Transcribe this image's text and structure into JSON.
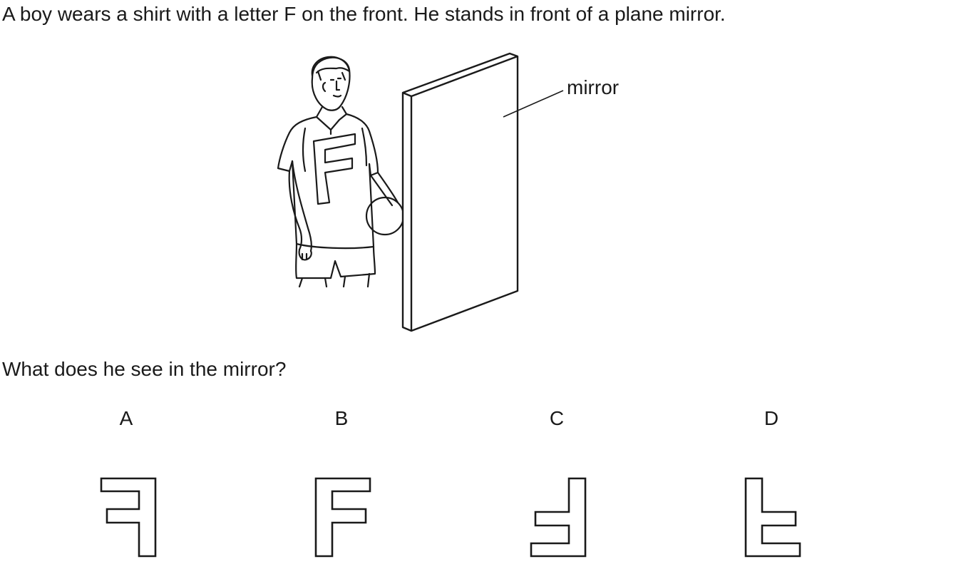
{
  "question": {
    "intro": "A boy wears a shirt with a letter F on the front. He stands in front of a plane mirror.",
    "prompt": "What does he see in the mirror?"
  },
  "figure": {
    "mirror_label": "mirror",
    "shirt_letter": "F"
  },
  "options": [
    {
      "label": "A",
      "glyph": "F-mirrored-horizontally"
    },
    {
      "label": "B",
      "glyph": "F-normal"
    },
    {
      "label": "C",
      "glyph": "F-rotated-180"
    },
    {
      "label": "D",
      "glyph": "F-flipped-vertically"
    }
  ]
}
